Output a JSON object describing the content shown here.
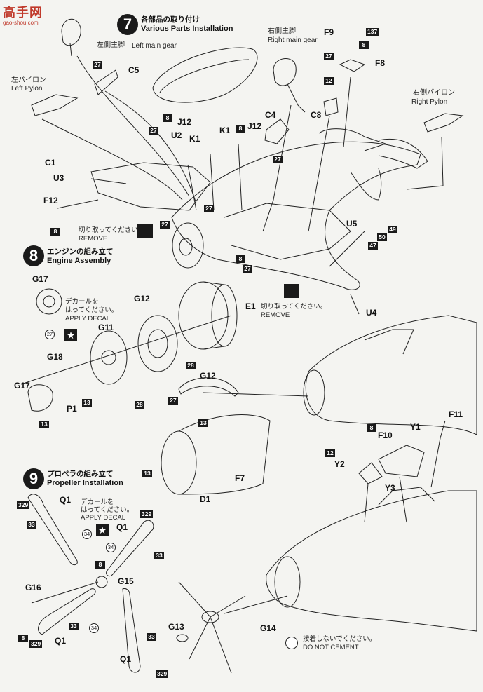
{
  "watermark": {
    "brand": "高手网",
    "url": "gao-shou.com"
  },
  "step7": {
    "number": "7",
    "title_jp": "各部品の取り付け",
    "title_en": "Various Parts Installation",
    "left_main_gear_jp": "左側主脚",
    "left_main_gear_en": "Left main gear",
    "right_main_gear_jp": "右側主脚",
    "right_main_gear_en": "Right main gear",
    "left_pylon_jp": "左パイロン",
    "left_pylon_en": "Left Pylon",
    "right_pylon_jp": "右側パイロン",
    "right_pylon_en": "Right Pylon",
    "remove_jp": "切り取ってください。",
    "remove_en": "REMOVE",
    "remove2_jp": "切り取ってください。",
    "remove2_en": "REMOVE"
  },
  "step8": {
    "number": "8",
    "title_jp": "エンジンの組み立て",
    "title_en": "Engine Assembly",
    "decal_jp1": "デカールを",
    "decal_jp2": "はってください。",
    "decal_en": "APPLY DECAL"
  },
  "step9": {
    "number": "9",
    "title_jp": "プロペラの組み立て",
    "title_en": "Propeller Installation",
    "decal_jp1": "デカールを",
    "decal_jp2": "はってください。",
    "decal_en": "APPLY DECAL",
    "nocement_jp": "接着しないでください。",
    "nocement_en": "DO NOT CEMENT"
  },
  "parts": {
    "C5": "C5",
    "J12a": "J12",
    "U2": "U2",
    "K1a": "K1",
    "K1b": "K1",
    "J12b": "J12",
    "C4": "C4",
    "C8": "C8",
    "F9": "F9",
    "F8": "F8",
    "C1": "C1",
    "U3": "U3",
    "F12": "F12",
    "U5": "U5",
    "U4": "U4",
    "G17a": "G17",
    "G12a": "G12",
    "E1": "E1",
    "G11": "G11",
    "G18": "G18",
    "G17b": "G17",
    "P1": "P1",
    "G12b": "G12",
    "F7": "F7",
    "D1": "D1",
    "F11": "F11",
    "F10": "F10",
    "Y1": "Y1",
    "Y2": "Y2",
    "Y3": "Y3",
    "Q1a": "Q1",
    "Q1b": "Q1",
    "Q1c": "Q1",
    "Q1d": "Q1",
    "G16": "G16",
    "G15": "G15",
    "G13": "G13",
    "G14": "G14"
  },
  "codes": {
    "c27_1": "27",
    "c8_1": "8",
    "c27_2": "27",
    "c8_2": "8",
    "c27_3": "27",
    "c137": "137",
    "c8_3": "8",
    "c27_4": "27",
    "c12_1": "12",
    "c8_4": "8",
    "c27_5": "27",
    "c8_5": "8",
    "c27_6": "27",
    "c27_7": "27",
    "c49": "49",
    "c50": "50",
    "c47": "47",
    "c13_1": "13",
    "c13_2": "13",
    "c28_1": "28",
    "c28_2": "28",
    "c27_8": "27",
    "c13_3": "13",
    "c13_4": "13",
    "c8_6": "8",
    "c12_2": "12",
    "c329_1": "329",
    "c33_1": "33",
    "c329_2": "329",
    "c33_2": "33",
    "c8_7": "8",
    "c33_3": "33",
    "c8_8": "8",
    "c329_3": "329",
    "c33_4": "33",
    "c329_4": "329"
  },
  "decal_circles": {
    "d27": "27",
    "d34a": "34",
    "d34b": "34",
    "d34c": "34"
  }
}
